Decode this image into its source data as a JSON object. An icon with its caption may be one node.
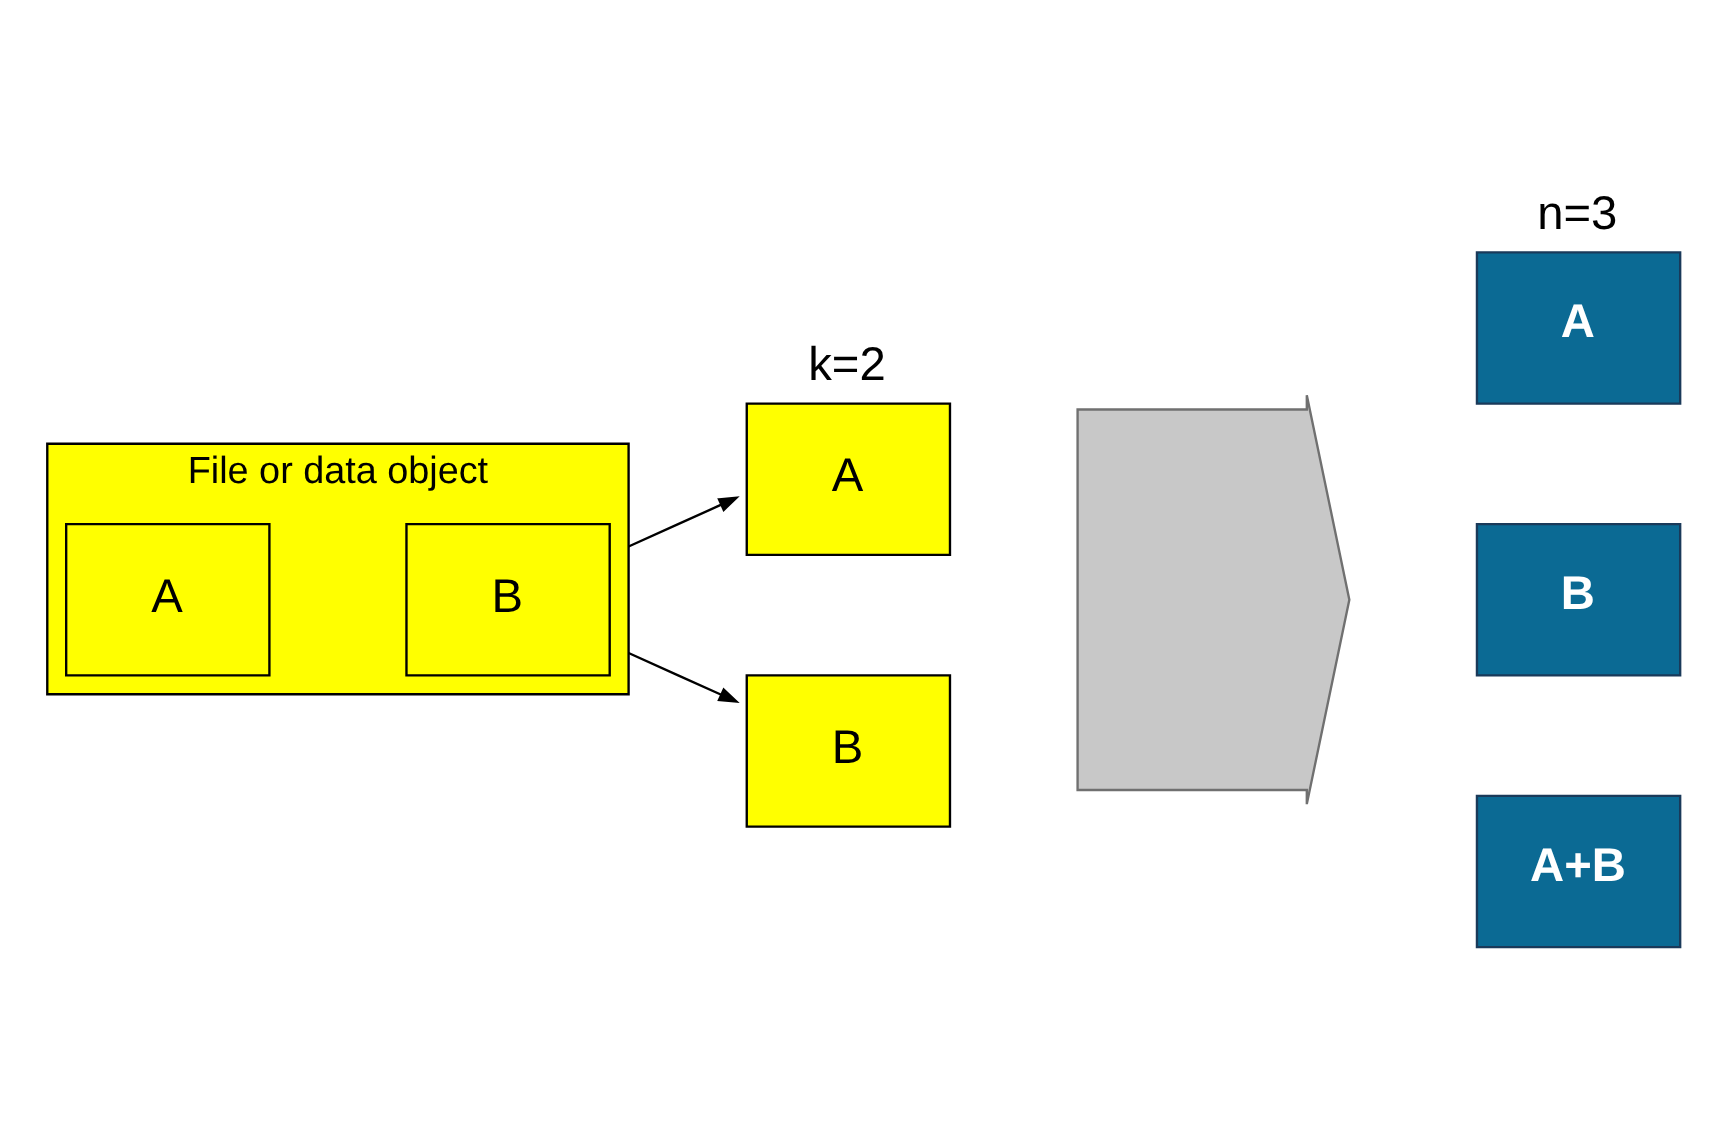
{
  "diagram": {
    "nodes": [
      {
        "text": [
          "File or data object"
        ]
      },
      {
        "text": [
          "A"
        ],
        "in": 0
      },
      {
        "text": [
          "B"
        ],
        "in": 0
      },
      {
        "text": [
          "A"
        ],
        "beside": [
          "k=2"
        ]
      },
      {
        "text": [
          "B"
        ]
      },
      {
        "text": [],
        "shape": "arrow"
      },
      {
        "text": [
          "A"
        ],
        "beside": [
          "n=3"
        ]
      },
      {
        "text": [
          "B"
        ]
      },
      {
        "text": [
          "A+B"
        ]
      }
    ],
    "edges": [
      {
        "from": 0,
        "to": 3,
        "arrow": "to"
      },
      {
        "from": 0,
        "to": 4,
        "arrow": "to"
      }
    ]
  }
}
